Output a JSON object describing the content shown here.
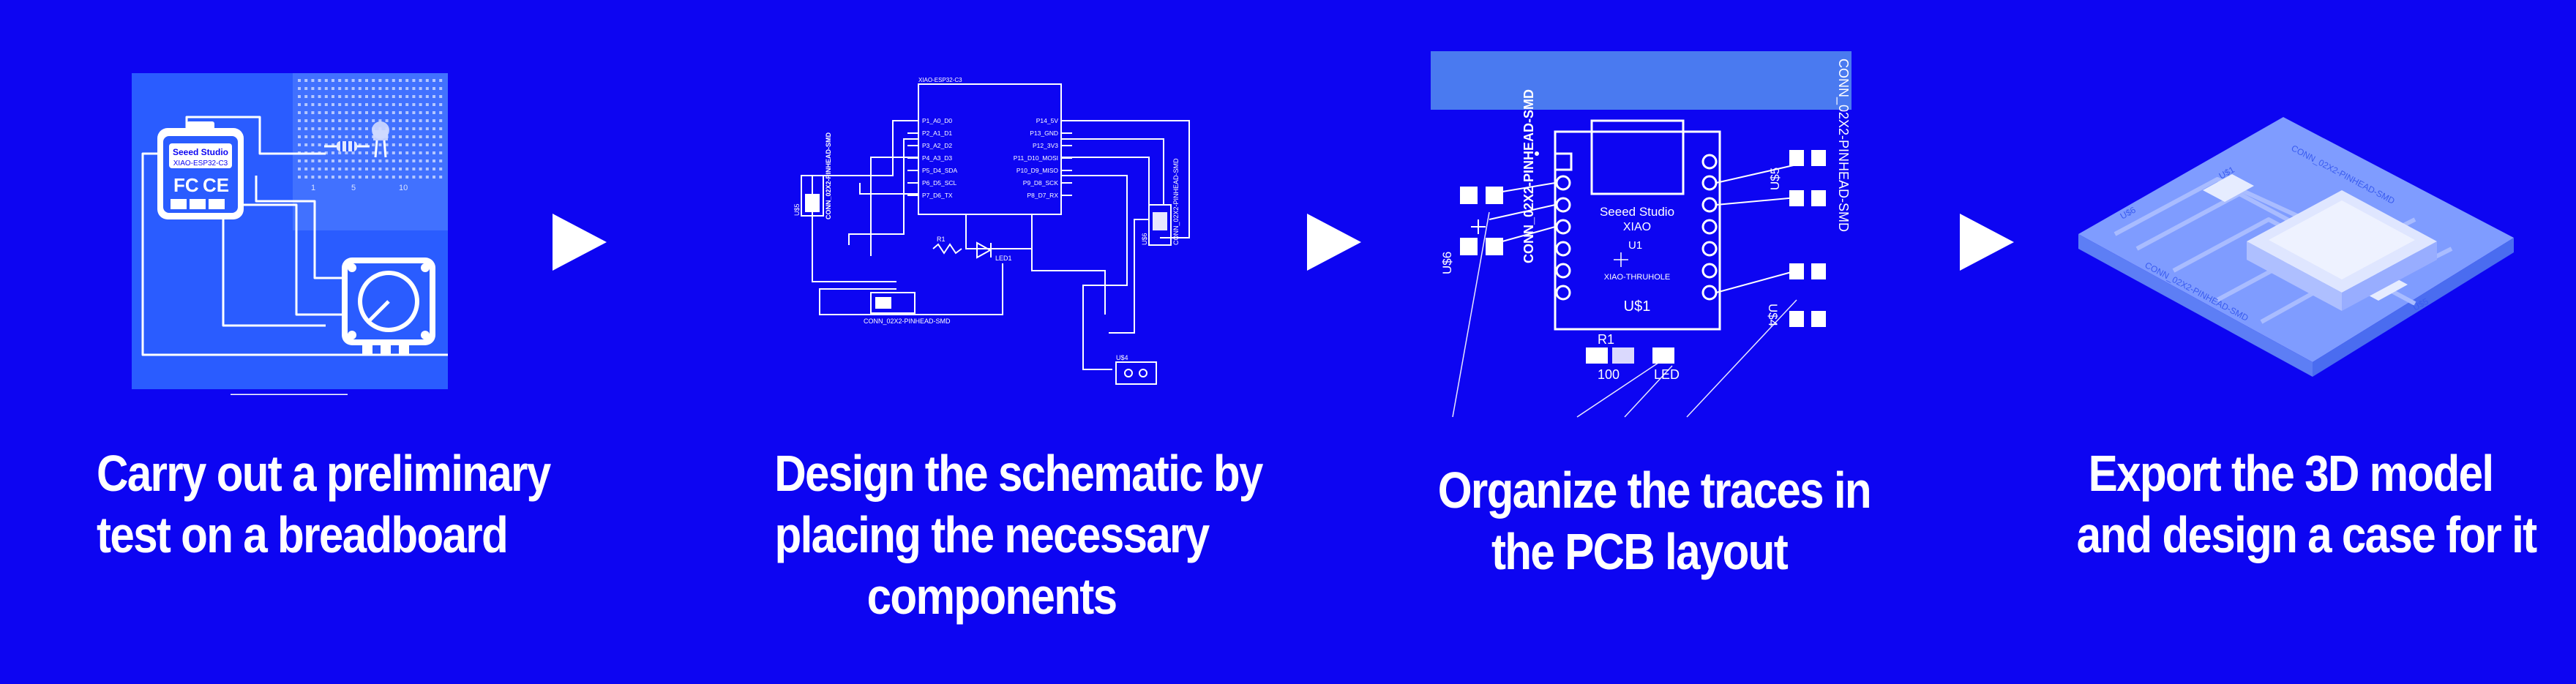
{
  "steps": [
    {
      "lines": [
        "Carry out a preliminary",
        "test on a breadboard"
      ]
    },
    {
      "lines": [
        "Design the schematic by",
        "placing the necessary",
        "components"
      ]
    },
    {
      "lines": [
        "Organize the traces in",
        "the PCB layout"
      ]
    },
    {
      "lines": [
        "Export the 3D model",
        "and design a case for it"
      ]
    }
  ],
  "breadboard": {
    "board_brand": "Seeed Studio",
    "board_model": "XIAO-ESP32-C3",
    "fcc_mark": "FC",
    "ce_mark": "CE",
    "row_numbers": [
      "1",
      "5",
      "10"
    ]
  },
  "schematic": {
    "chip_title": "XIAO-ESP32-C3",
    "left_pins": [
      "P1_A0_D0",
      "P2_A1_D1",
      "P3_A2_D2",
      "P4_A3_D3",
      "P5_D4_SDA",
      "P6_D5_SCL",
      "P7_D6_TX"
    ],
    "right_pins": [
      "P14_5V",
      "P13_GND",
      "P12_3V3",
      "P11_D10_MOSI",
      "P10_D9_MISO",
      "P9_D8_SCK",
      "P8_D7_RX"
    ],
    "conn_label_top": "CONN_02X2-PINHEAD-SMD",
    "conn_label_side": "CONN_02X2-PINHEAD-SMD",
    "conn_label_bottom": "CONN_02X2-PINHEAD-SMD",
    "r_label": "R1",
    "led_label": "LED1",
    "u_label_a": "U$5",
    "u_label_b": "U$6",
    "u_label_c": "U$4"
  },
  "pcb": {
    "conn_left": "CONN_02X2-PINHEAD-SMD",
    "conn_right": "CONN_02X2-PINHEAD-SMD",
    "brand": "Seeed Studio",
    "model": "XIAO",
    "u1": "U1",
    "thruhole": "XIAO-THRUHOLE",
    "us1": "U$1",
    "us5": "U$5",
    "us6": "U$6",
    "us4": "U$4",
    "r1": "R1",
    "r_value": "100",
    "led": "LED"
  },
  "case3d": {
    "silk_a": "U$1",
    "silk_b": "CONN_02X2-PINHEAD-SMD",
    "silk_c": "CONN_02X2-PINHEAD-SMD",
    "silk_d": "U$5",
    "silk_e": "U$6"
  },
  "colors": {
    "background": "#0d05f2",
    "white": "#ffffff",
    "breadboard_panel": "#2a5cff",
    "pcb_strip": "#4a7af0",
    "case_top": "#8aa8ff"
  }
}
